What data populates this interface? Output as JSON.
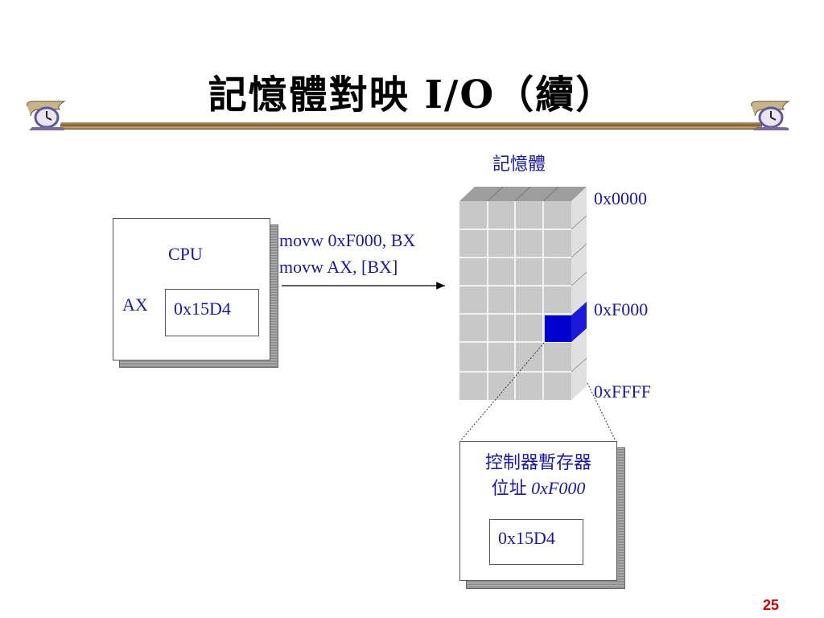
{
  "title": "記憶體對映 I/O（續）",
  "memory_label": "記憶體",
  "addresses": {
    "top": "0x0000",
    "mid": "0xF000",
    "bottom": "0xFFFF"
  },
  "cpu": {
    "label": "CPU",
    "register_label": "AX",
    "register_value": "0x15D4"
  },
  "instructions": [
    "movw 0xF000, BX",
    "movw AX, [BX]"
  ],
  "controller": {
    "line1": "控制器暫存器",
    "line2_prefix": "位址 ",
    "line2_addr": "0xF000",
    "value": "0x15D4"
  },
  "page_number": "25",
  "colors": {
    "text_blue": "#1a1aa0",
    "highlight": "#0000cc",
    "memory_gray": "#c8c8c8",
    "page_number": "#cc0000"
  }
}
